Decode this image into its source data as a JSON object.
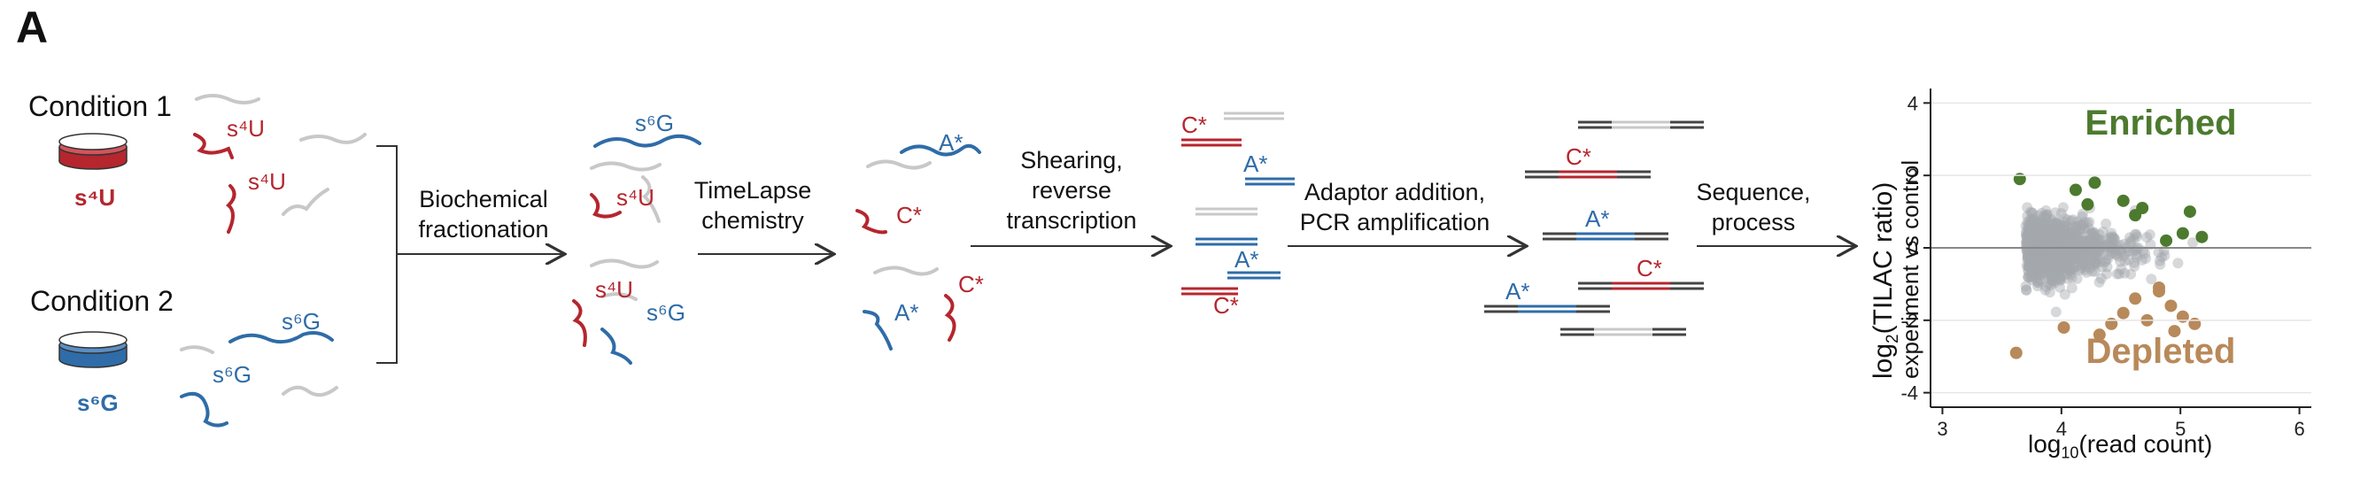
{
  "panel_letter": "A",
  "conditions": [
    {
      "title": "Condition 1",
      "label": "s⁴U",
      "color": "#b5262e"
    },
    {
      "title": "Condition 2",
      "label": "s⁶G",
      "color": "#2f6ca8"
    }
  ],
  "rna_labels": {
    "s4u": "s⁴U",
    "s6g": "s⁶G",
    "a_star": "A*",
    "c_star": "C*"
  },
  "steps": {
    "step1": [
      "Biochemical",
      "fractionation"
    ],
    "step2": [
      "TimeLapse",
      "chemistry"
    ],
    "step3": [
      "Shearing,",
      "reverse",
      "transcription"
    ],
    "step4": [
      "Adaptor addition,",
      "PCR amplification"
    ],
    "step5": [
      "Sequence,",
      "process"
    ]
  },
  "colors": {
    "red": "#b5262e",
    "blue": "#2f6ca8",
    "gray": "#c8c8c8",
    "enriched": "#4c7a2e",
    "depleted": "#b8895a",
    "points": "#a3a8ad"
  },
  "chart_data": {
    "type": "scatter",
    "title": "",
    "xlabel": "log10(read count)",
    "ylabel": "log2(TILAC ratio)",
    "ylabel2": "experiment vs control",
    "xlim": [
      2.9,
      6.1
    ],
    "ylim": [
      -4.4,
      4.4
    ],
    "xticks": [
      3,
      4,
      5,
      6
    ],
    "yticks": [
      -4,
      -2,
      0,
      2,
      4
    ],
    "annotations": {
      "enriched": "Enriched",
      "depleted": "Depleted"
    },
    "series": [
      {
        "name": "Enriched",
        "color": "#4c7a2e",
        "x": [
          3.65,
          4.12,
          4.22,
          4.28,
          4.52,
          4.62,
          4.68,
          4.88,
          5.02,
          5.08,
          5.18
        ],
        "y": [
          1.9,
          1.6,
          1.2,
          1.8,
          1.3,
          0.9,
          1.1,
          0.2,
          0.4,
          1.0,
          0.3
        ]
      },
      {
        "name": "Depleted",
        "color": "#b8895a",
        "x": [
          3.62,
          4.02,
          4.32,
          4.42,
          4.52,
          4.62,
          4.72,
          4.82,
          4.92,
          5.02,
          5.12,
          4.82,
          4.95
        ],
        "y": [
          -2.9,
          -2.2,
          -2.4,
          -2.1,
          -1.8,
          -1.4,
          -2.0,
          -1.2,
          -1.6,
          -1.9,
          -2.1,
          -1.1,
          -2.3
        ]
      }
    ]
  }
}
